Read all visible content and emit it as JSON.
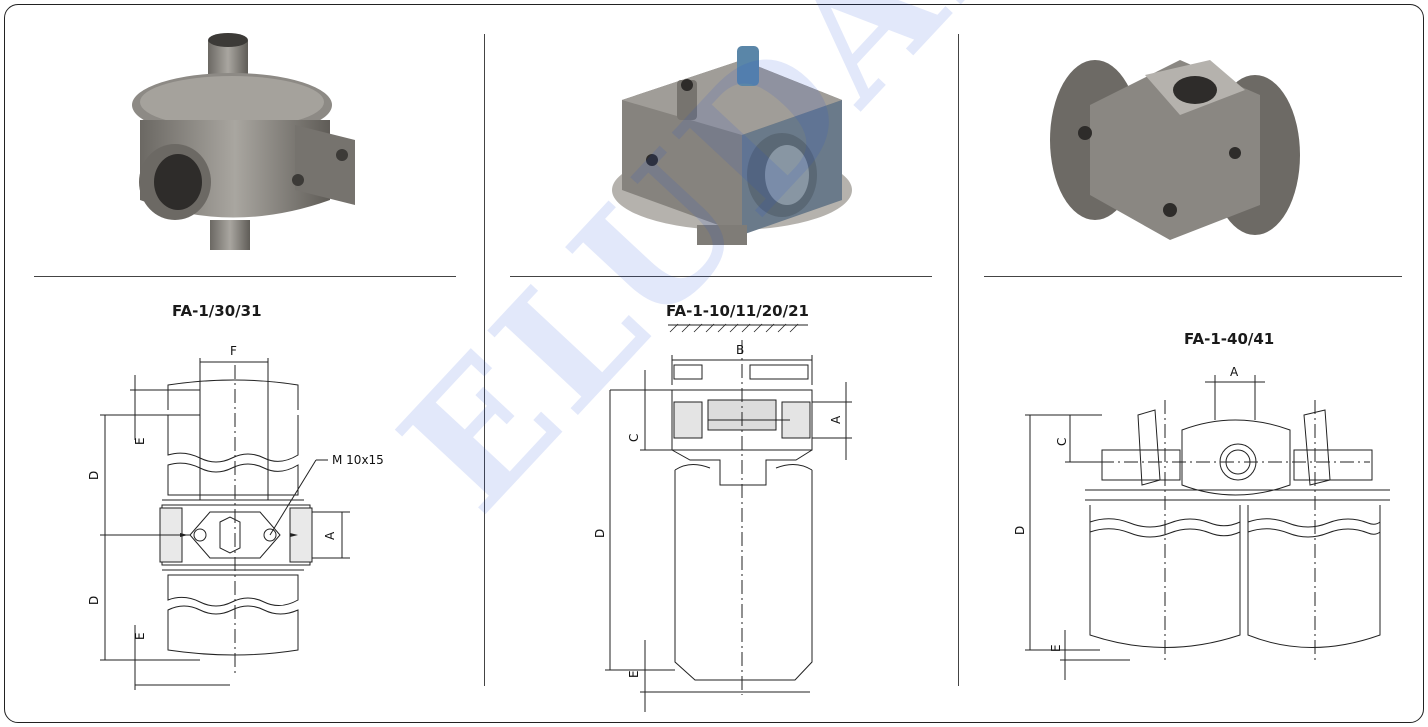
{
  "watermark": {
    "text": "ELUDAN",
    "color": "#1f4fd8"
  },
  "panels": [
    {
      "id": "panel-1",
      "model": "FA-1/30/31",
      "dimensions": {
        "F": "F",
        "E_top": "E",
        "D_top": "D",
        "A": "A",
        "D_bottom": "D",
        "E_bottom": "E",
        "thread": "M 10x15"
      }
    },
    {
      "id": "panel-2",
      "model": "FA-1-10/11/20/21",
      "dimensions": {
        "B": "B",
        "A": "A",
        "C": "C",
        "D": "D",
        "E": "E"
      }
    },
    {
      "id": "panel-3",
      "model": "FA-1-40/41",
      "dimensions": {
        "A": "A",
        "C": "C",
        "D": "D",
        "E": "E"
      }
    }
  ],
  "colors": {
    "line": "#222222",
    "metal": "#8a8782",
    "metal_dark": "#5d5a55",
    "metal_light": "#b9b6b0",
    "blue_accent": "#5a86a8"
  }
}
